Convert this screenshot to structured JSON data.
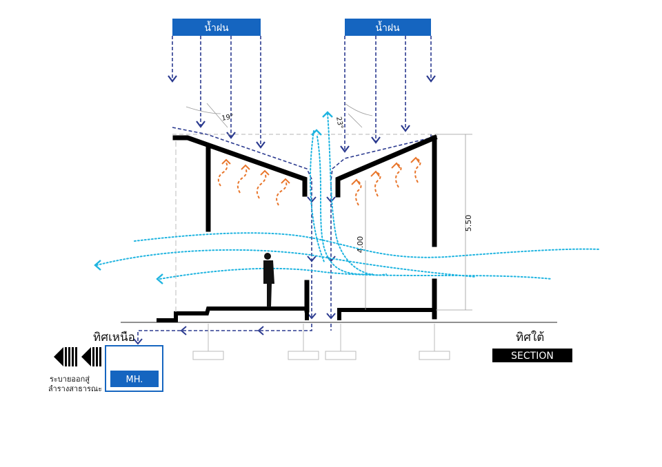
{
  "labels": {
    "rain_left": "น้ำฝน",
    "rain_right": "น้ำฝน",
    "angle_left": "19°",
    "angle_right": "23°",
    "dim_height_outer": "5.50",
    "dim_height_inner": "4.00",
    "north": "ทิศเหนือ",
    "south": "ทิศใต้",
    "section": "SECTION",
    "manhole": "MH.",
    "drain_line1": "ระบายออกสู่",
    "drain_line2": "ลำรางสาธารณะ"
  },
  "colors": {
    "blue_box": "#1565c0",
    "rain_arrow": "#2b3a8f",
    "wind": "#1fb4e0",
    "heat": "#e8752a",
    "structure": "#000000"
  }
}
